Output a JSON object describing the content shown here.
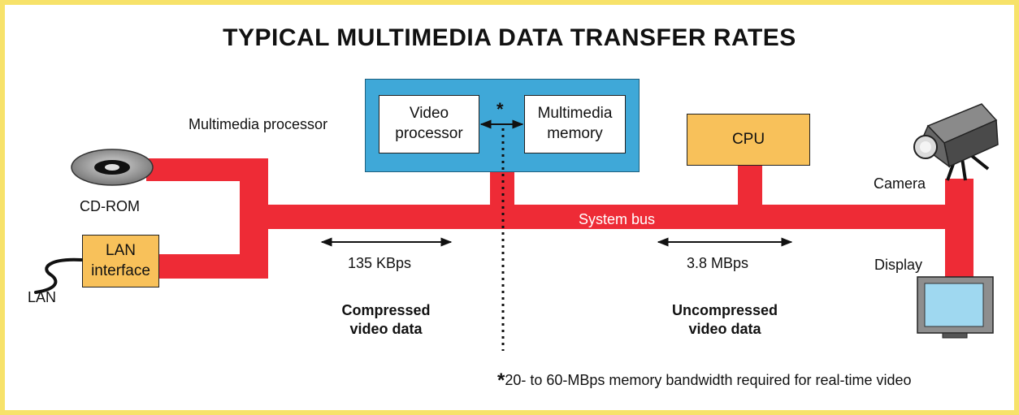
{
  "title": "TYPICAL MULTIMEDIA DATA TRANSFER RATES",
  "multimedia_processor": {
    "label": "Multimedia processor",
    "video_processor_line1": "Video",
    "video_processor_line2": "processor",
    "memory_line1": "Multimedia",
    "memory_line2": "memory",
    "asterisk": "*"
  },
  "cpu": {
    "label": "CPU"
  },
  "cdrom": {
    "label": "CD-ROM"
  },
  "lan_interface": {
    "line1": "LAN",
    "line2": "interface"
  },
  "lan": {
    "label": "LAN"
  },
  "camera": {
    "label": "Camera"
  },
  "display": {
    "label": "Display"
  },
  "bus": {
    "label": "System bus"
  },
  "rates": {
    "compressed_rate": "135 KBps",
    "uncompressed_rate": "3.8 MBps",
    "compressed_line1": "Compressed",
    "compressed_line2": "video data",
    "uncompressed_line1": "Uncompressed",
    "uncompressed_line2": "video data"
  },
  "footnote": {
    "star": "*",
    "text": "20- to 60-MBps memory bandwidth required for real-time video"
  },
  "colors": {
    "border": "#f7e26a",
    "bus": "#ee2b36",
    "processor_blue": "#3fa8d8",
    "box_orange": "#f8c15a",
    "screen_blue": "#9fd8f0"
  }
}
